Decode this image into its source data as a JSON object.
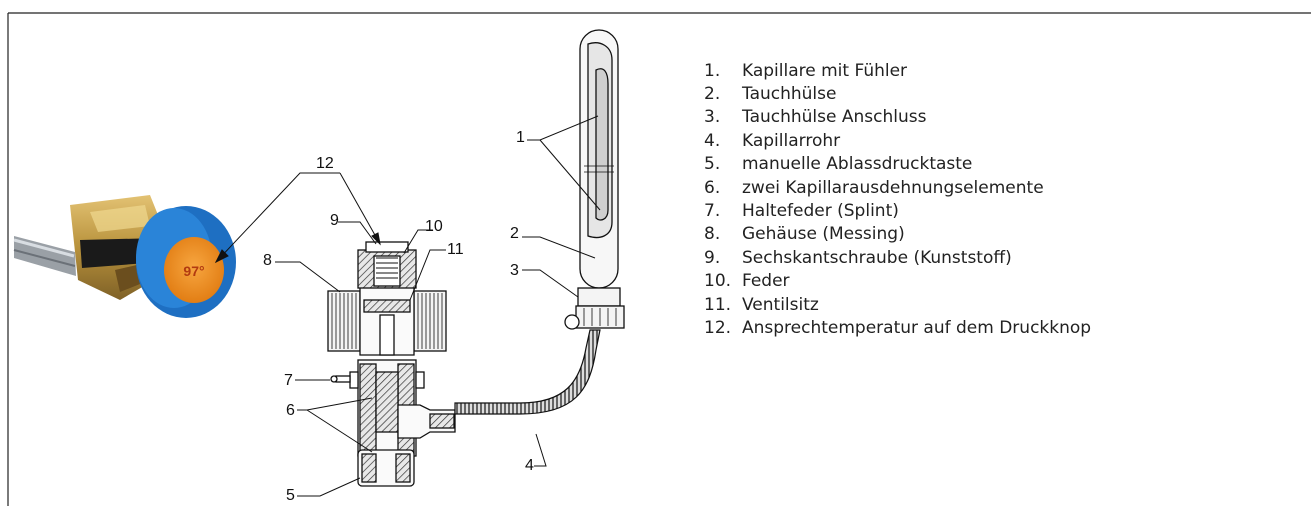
{
  "callouts": {
    "c1": "1",
    "c2": "2",
    "c3": "3",
    "c4": "4",
    "c5": "5",
    "c6": "6",
    "c7": "7",
    "c8": "8",
    "c9": "9",
    "c10": "10",
    "c11": "11",
    "c12": "12"
  },
  "knob_label": "97°",
  "legend": [
    {
      "num": "1.",
      "text": "Kapillare mit Fühler"
    },
    {
      "num": "2.",
      "text": "Tauchhülse"
    },
    {
      "num": "3.",
      "text": "Tauchhülse Anschluss"
    },
    {
      "num": "4.",
      "text": "Kapillarrohr"
    },
    {
      "num": "5.",
      "text": "manuelle Ablassdrucktaste"
    },
    {
      "num": "6.",
      "text": "zwei Kapillarausdehnungselemente"
    },
    {
      "num": "7.",
      "text": "Haltefeder (Splint)"
    },
    {
      "num": "8.",
      "text": "Gehäuse (Messing)"
    },
    {
      "num": "9.",
      "text": "Sechskantschraube (Kunststoff)"
    },
    {
      "num": "10.",
      "text": "Feder"
    },
    {
      "num": "11.",
      "text": "Ventilsitz"
    },
    {
      "num": "12.",
      "text": "Ansprechtemperatur auf dem Druckknop"
    }
  ],
  "colors": {
    "brass": "#c9a24a",
    "knob_blue": "#1e73c8",
    "knob_orange": "#f08a1c",
    "line": "#111111"
  }
}
